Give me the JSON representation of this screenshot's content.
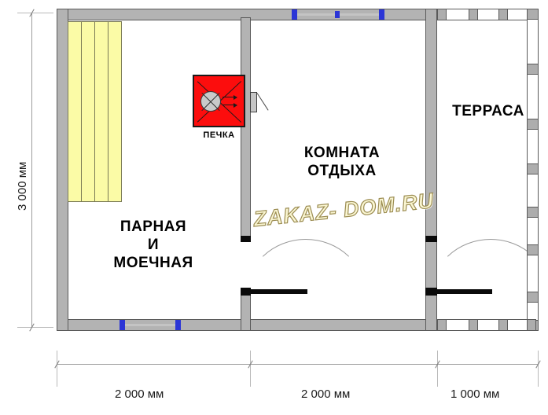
{
  "plan": {
    "title": "Bath house floor plan",
    "watermark": "ZAKAZ- DOM.RU",
    "colors": {
      "wall": "#b3b3b3",
      "wall_outline": "#5a5a5a",
      "bench": "#fbfba6",
      "stove": "#fc0d0d",
      "window": "#2b35d6",
      "door": "#0a0a0a",
      "dimension": "#9c9c9c",
      "watermark_fill": "#faf6d2",
      "watermark_stroke": "#9c8d53"
    }
  },
  "rooms": [
    {
      "id": "parnaya",
      "label": "ПАРНАЯ\nИ\nМОЕЧНАЯ",
      "size": "big"
    },
    {
      "id": "komnata",
      "label": "КОМНАТА\nОТДЫХА",
      "size": "big"
    },
    {
      "id": "terrasa",
      "label": "ТЕРРАСА",
      "size": "big"
    }
  ],
  "fixtures": [
    {
      "id": "stove",
      "label": "ПЕЧКА",
      "size": "small"
    },
    {
      "id": "bench",
      "label": "",
      "slats": 4
    }
  ],
  "dimensions": {
    "vertical": [
      {
        "id": "height-total",
        "value": "3 000 мм"
      }
    ],
    "horizontal": [
      {
        "id": "seg-1",
        "value": "2 000 мм"
      },
      {
        "id": "seg-2",
        "value": "2 000 мм"
      },
      {
        "id": "seg-3",
        "value": "1 000 мм"
      }
    ]
  },
  "openings": {
    "windows": [
      {
        "id": "window-top",
        "panes": 2
      },
      {
        "id": "window-bottom",
        "panes": 1
      }
    ],
    "doors": [
      {
        "id": "door-parnaya-komnata"
      },
      {
        "id": "door-komnata-terrasa"
      }
    ]
  }
}
